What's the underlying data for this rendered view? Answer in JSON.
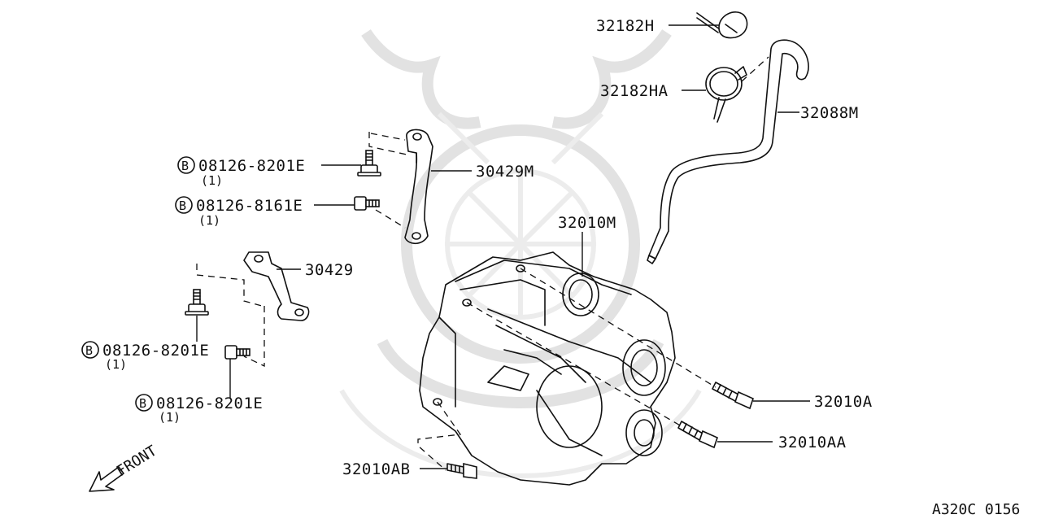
{
  "parts": {
    "p32182H": "32182H",
    "p32182HA": "32182HA",
    "p32088M": "32088M",
    "p30429M": "30429M",
    "p30429": "30429",
    "p32010M": "32010M",
    "p32010A": "32010A",
    "p32010AA": "32010AA",
    "p32010AB": "32010AB"
  },
  "bolts": [
    {
      "badge": "B",
      "number": "08126-8201E",
      "qty": "(1)"
    },
    {
      "badge": "B",
      "number": "08126-8161E",
      "qty": "(1)"
    },
    {
      "badge": "B",
      "number": "08126-8201E",
      "qty": "(1)"
    },
    {
      "badge": "B",
      "number": "08126-8201E",
      "qty": "(1)"
    }
  ],
  "front_label": "FRONT",
  "diagram_code": "A320C 0156"
}
